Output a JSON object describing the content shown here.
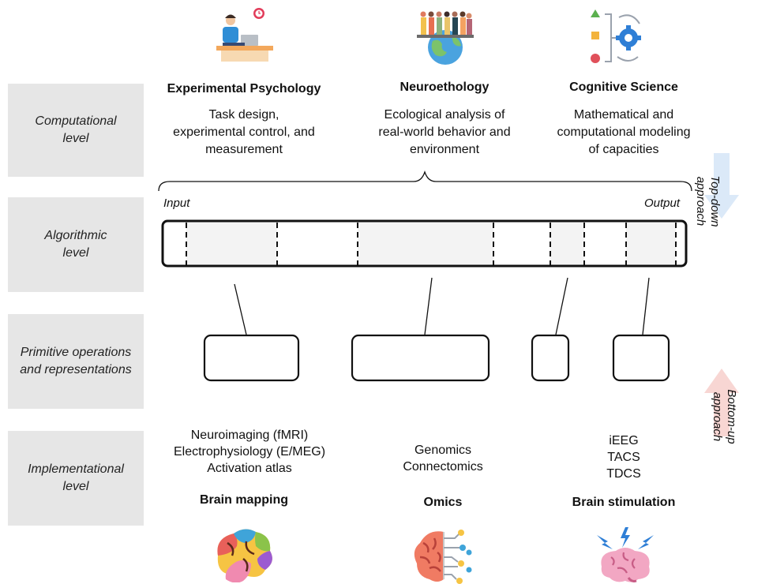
{
  "levels": {
    "computational": "Computational\nlevel",
    "algorithmic": "Algorithmic\nlevel",
    "primitive": "Primitive operations\nand representations",
    "implementational": "Implementational\nlevel"
  },
  "top_columns": [
    {
      "title": "Experimental Psychology",
      "desc": "Task design,\nexperimental control, and\nmeasurement",
      "icon": "person-at-desk-icon"
    },
    {
      "title": "Neuroethology",
      "desc": "Ecological analysis of\nreal-world behavior and\nenvironment",
      "icon": "people-on-globe-icon"
    },
    {
      "title": "Cognitive Science",
      "desc": "Mathematical and\ncomputational modeling\nof capacities",
      "icon": "shapes-gear-icon"
    }
  ],
  "pipeline": {
    "input_label": "Input",
    "output_label": "Output"
  },
  "bottom_columns": [
    {
      "title": "Brain mapping",
      "items": "Neuroimaging (fMRI)\nElectrophysiology (E/MEG)\nActivation atlas",
      "icon": "colorful-brain-icon"
    },
    {
      "title": "Omics",
      "items": "Genomics\nConnectomics",
      "icon": "circuit-brain-icon"
    },
    {
      "title": "Brain stimulation",
      "items": "iEEG\nTACS\nTDCS",
      "icon": "stimulated-brain-icon"
    }
  ],
  "approaches": {
    "top_down": "Top-down\napproach",
    "bottom_up": "Bottom-up\napproach"
  },
  "colors": {
    "level_bg": "#e6e6e6",
    "top_down_arrow": "#dbe9f8",
    "bottom_up_arrow": "#f8d6d3",
    "segment_fill": "#f3f3f3"
  }
}
